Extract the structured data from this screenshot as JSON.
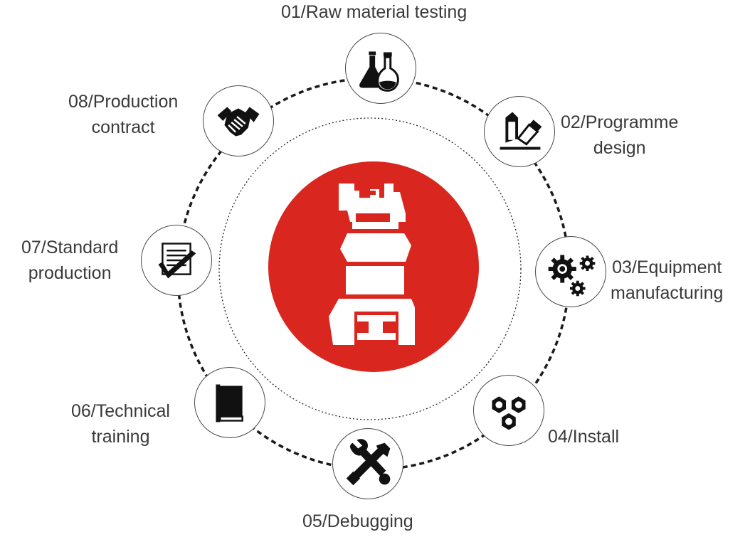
{
  "steps": [
    {
      "lines": [
        "01/Raw material testing"
      ],
      "icon": "flask-icon"
    },
    {
      "lines": [
        "02/Programme",
        "design"
      ],
      "icon": "pencil-eraser-icon"
    },
    {
      "lines": [
        "03/Equipment",
        "manufacturing"
      ],
      "icon": "gears-icon"
    },
    {
      "lines": [
        "04/Install"
      ],
      "icon": "hex-nuts-icon"
    },
    {
      "lines": [
        "05/Debugging"
      ],
      "icon": "wrench-hammer-icon"
    },
    {
      "lines": [
        "06/Technical",
        "training"
      ],
      "icon": "book-icon"
    },
    {
      "lines": [
        "07/Standard",
        "production"
      ],
      "icon": "checklist-icon"
    },
    {
      "lines": [
        "08/Production",
        "contract"
      ],
      "icon": "handshake-icon"
    }
  ],
  "colors": {
    "center": "#d9261f",
    "text": "#3a3a3a",
    "ring": "#1a1a1a",
    "icon": "#111111"
  },
  "center_icon": "machine-logo-icon"
}
